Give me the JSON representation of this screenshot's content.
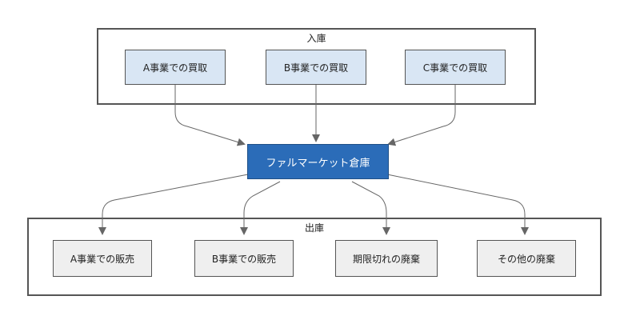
{
  "inbound": {
    "title": "入庫",
    "items": [
      "A事業での買取",
      "B事業での買取",
      "C事業での買取"
    ]
  },
  "hub": {
    "label": "ファルマーケット倉庫"
  },
  "outbound": {
    "title": "出庫",
    "items": [
      "A事業での販売",
      "B事業での販売",
      "期限切れの廃棄",
      "その他の廃棄"
    ]
  },
  "colors": {
    "inbound_fill": "#d9e6f4",
    "hub_fill": "#2b6cb8",
    "outbound_fill": "#efefef",
    "edge": "#666666"
  }
}
